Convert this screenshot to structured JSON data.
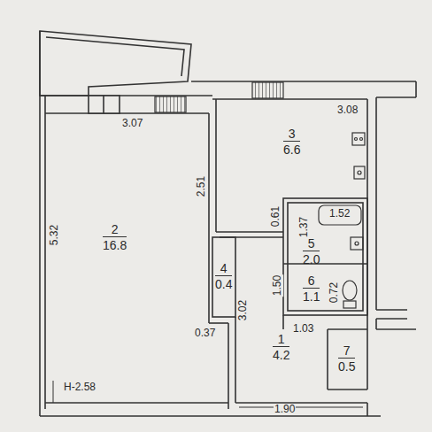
{
  "diagram": {
    "nodes": [
      {
        "text": [
          "3",
          "6.6"
        ]
      },
      {
        "text": [
          "2",
          "16.8"
        ]
      },
      {
        "text": [
          "5",
          "2.0"
        ]
      },
      {
        "text": [
          "4",
          "0.4"
        ]
      },
      {
        "text": [
          "6",
          "1.1"
        ]
      },
      {
        "text": [
          "1",
          "4.2"
        ]
      },
      {
        "text": [
          "7",
          "0.5"
        ]
      }
    ],
    "labels": [
      "3.07",
      "3.08",
      "2.51",
      "1.52",
      "0.61",
      "1.37",
      "5.32",
      "1.50",
      "0.72",
      "3.02",
      "0.37",
      "1.03",
      "Н-2.58",
      "1.90"
    ]
  }
}
